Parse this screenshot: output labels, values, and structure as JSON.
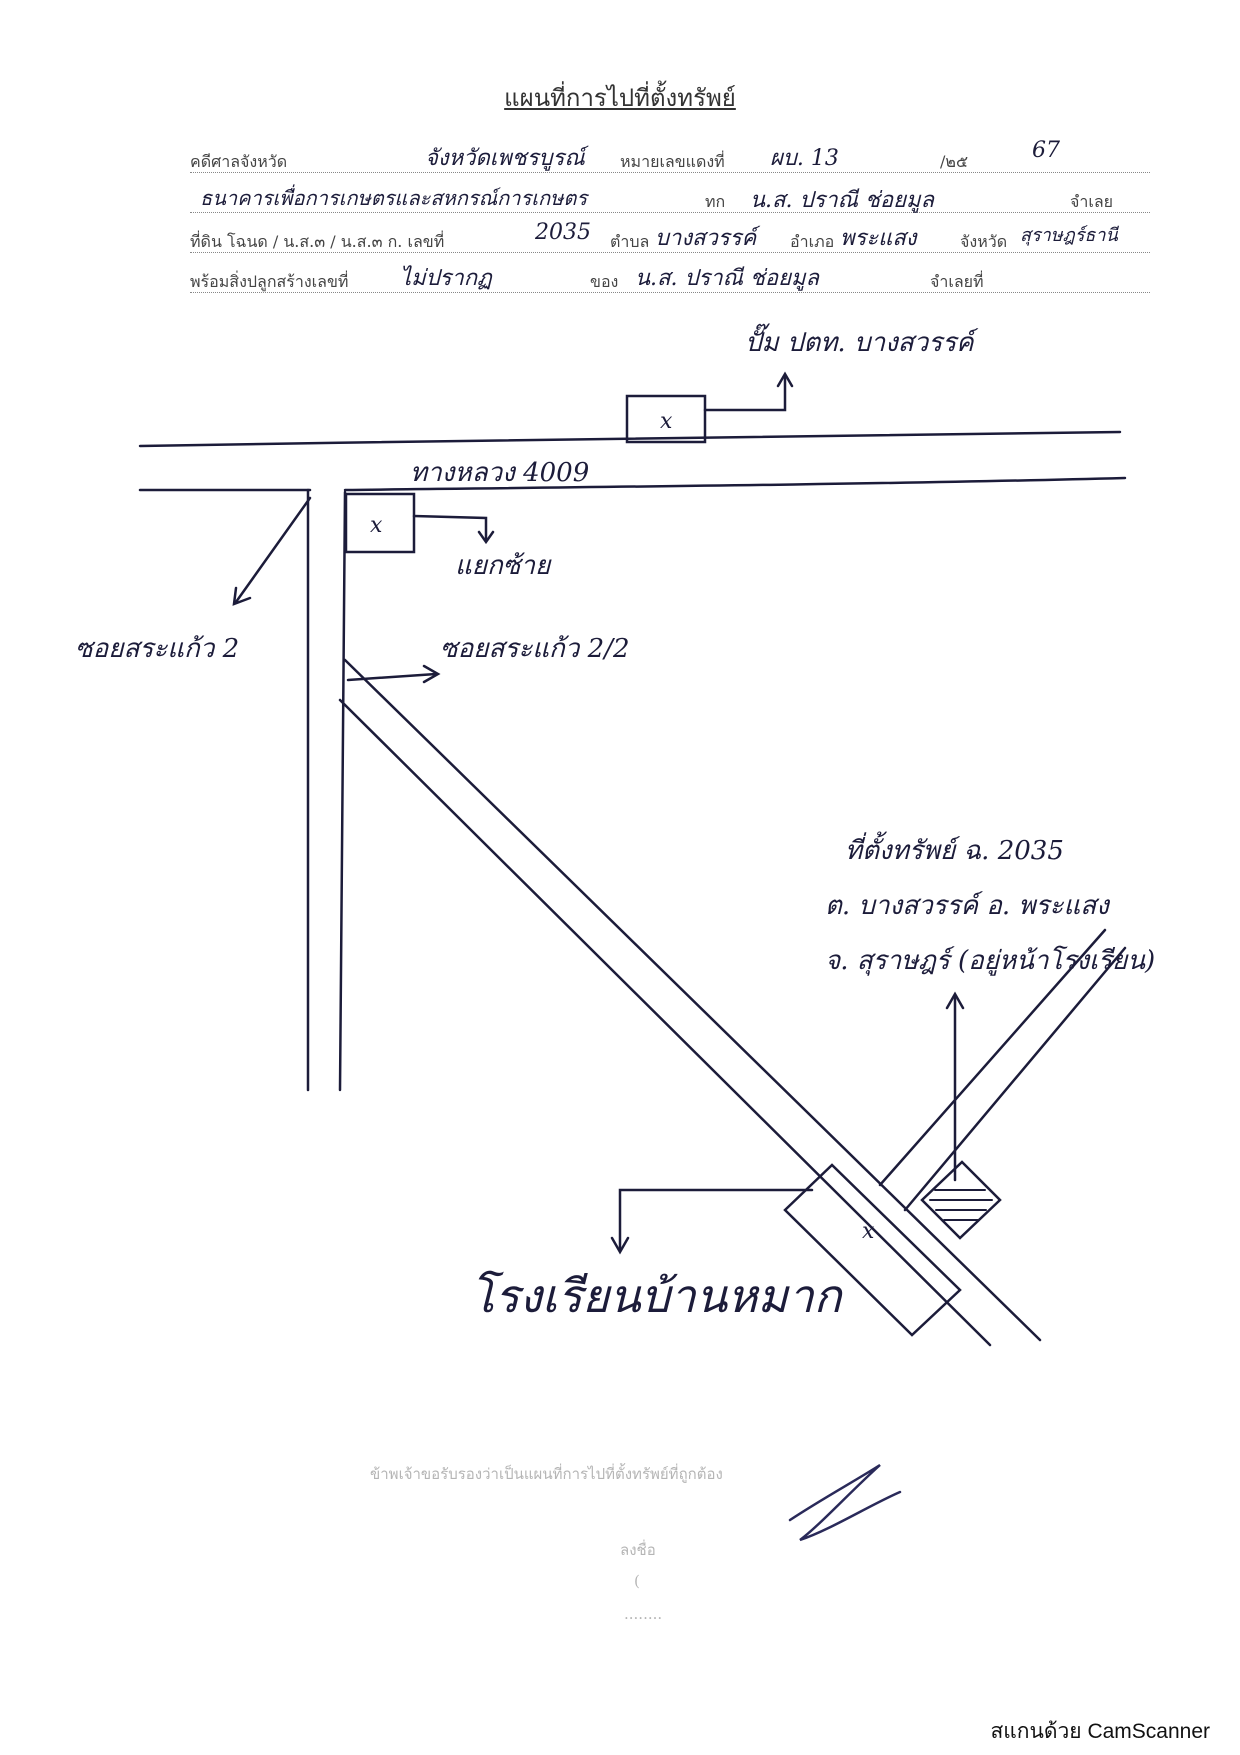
{
  "title": "แผนที่การไปที่ตั้งทรัพย์",
  "form": {
    "court_label": "คดีศาลจังหวัด",
    "court_value": "จังหวัดเพชรบูรณ์",
    "red_no_label": "หมายเลขแดงที่",
    "red_no_value": "ผบ. 13",
    "year_prefix": "/๒๕",
    "year_value": "67",
    "line2_handwritten": "ธนาคารเพื่อการเกษตรและสหกรณ์การเกษตร",
    "line2_mid": "ทก",
    "line2_name": "น.ส. ปราณี ช่อยมูล",
    "defendant_label": "จำเลย",
    "land_label": "ที่ดิน โฉนด / น.ส.๓ / น.ส.๓ ก. เลขที่",
    "land_no": "2035",
    "subdistrict_label": "ตำบล",
    "subdistrict_value": "บางสวรรค์",
    "district_label": "อำเภอ",
    "district_value": "พระแสง",
    "province_label": "จังหวัด",
    "province_value": "สุราษฎร์ธานี",
    "building_label": "พร้อมสิ่งปลูกสร้างเลขที่",
    "building_value": "ไม่ปรากฏ",
    "owner_label": "ของ",
    "owner_value": "น.ส. ปราณี ช่อยมูล",
    "defendant_no_label": "จำเลยที่"
  },
  "map": {
    "note_top": "ปั๊ม ปตท. บางสวรรค์",
    "highway": "ทางหลวง 4009",
    "shop_label": "แยกซ้าย",
    "left_alley": "ซอยสระแก้ว 2",
    "diag_alley": "ซอยสระแก้ว 2/2",
    "property_note_1": "ที่ตั้งทรัพย์ ฉ. 2035",
    "property_note_2": "ต. บางสวรรค์ อ. พระแสง",
    "property_note_3": "จ. สุราษฎร์ (อยู่หน้าโรงเรียน)",
    "school_label": "โรงเรียนบ้านหมาก",
    "x_mark": "x"
  },
  "certification": {
    "statement": "ข้าพเจ้าขอรับรองว่าเป็นแผนที่การไปที่ตั้งทรัพย์ที่ถูกต้อง",
    "sign_label": "ลงชื่อ",
    "paren_open": "(",
    "dots": "........"
  },
  "footer": "สแกนด้วย CamScanner"
}
